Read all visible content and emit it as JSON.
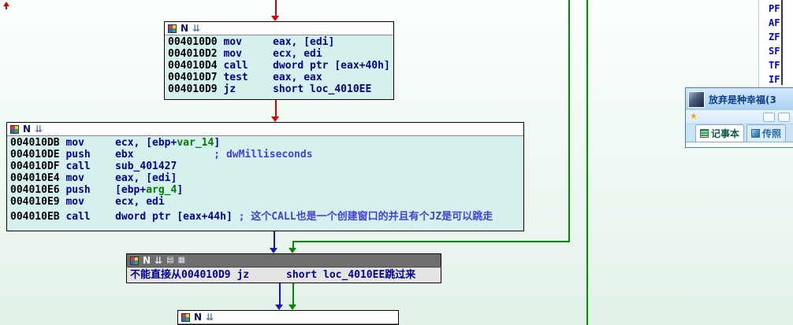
{
  "colors": {
    "addr": "#000000",
    "code": "#000096",
    "var": "#007d00",
    "comment": "#4242da",
    "edge-red": "#d90000",
    "edge-blue": "#1414cc",
    "edge-green": "#008a00",
    "node-body": "#d5f1ee",
    "selected-header": "#6e6e6e",
    "selected-body": "#e4e4e4",
    "flag-text": "#0000dd"
  },
  "icons": {
    "n": "N",
    "collapse": "⇊",
    "extra1": "▤",
    "extra2": "▦",
    "star": "★"
  },
  "blocks": [
    {
      "id": "b1",
      "lines": [
        [
          [
            "004010D0 ",
            "addr"
          ],
          [
            "mov     eax, [edi]",
            "code"
          ]
        ],
        [
          [
            "004010D2 ",
            "addr"
          ],
          [
            "mov     ecx, edi",
            "code"
          ]
        ],
        [
          [
            "004010D4 ",
            "addr"
          ],
          [
            "call    dword ptr [eax+40h]",
            "code"
          ]
        ],
        [
          [
            "004010D7 ",
            "addr"
          ],
          [
            "test    eax, eax",
            "code"
          ]
        ],
        [
          [
            "004010D9 ",
            "addr"
          ],
          [
            "jz      short loc_4010EE",
            "code"
          ]
        ]
      ]
    },
    {
      "id": "b2",
      "lines": [
        [
          [
            "004010DB ",
            "addr"
          ],
          [
            "mov     ecx, [ebp+",
            "code"
          ],
          [
            "var_14",
            "var"
          ],
          [
            "]",
            "code"
          ]
        ],
        [
          [
            "004010DE ",
            "addr"
          ],
          [
            "push    ebx             ",
            "code"
          ],
          [
            "; dwMilliseconds",
            "comment"
          ]
        ],
        [
          [
            "004010DF ",
            "addr"
          ],
          [
            "call    sub_401427",
            "code"
          ]
        ],
        [
          [
            "004010E4 ",
            "addr"
          ],
          [
            "mov     eax, [edi]",
            "code"
          ]
        ],
        [
          [
            "004010E6 ",
            "addr"
          ],
          [
            "push    [ebp+",
            "code"
          ],
          [
            "arg_4",
            "var"
          ],
          [
            "]",
            "code"
          ]
        ],
        [
          [
            "004010E9 ",
            "addr"
          ],
          [
            "mov     ecx, edi",
            "code"
          ]
        ],
        [
          [
            "004010EB ",
            "addr"
          ],
          [
            "call    dword ptr [eax+44h] ",
            "code"
          ],
          [
            "; 这个CALL也是一个创建窗口的并且有个JZ是可以跳走",
            "comment"
          ]
        ]
      ]
    },
    {
      "id": "b3",
      "lines": [
        [
          [
            "不能直接从004010D9 jz      short loc_4010EE跳过来",
            "code"
          ]
        ]
      ]
    },
    {
      "id": "b4",
      "lines": []
    }
  ],
  "registers": {
    "flags": [
      "PF",
      "AF",
      "ZF",
      "SF",
      "TF",
      "IF"
    ]
  },
  "qq": {
    "title": "放弃是种幸福(3",
    "tabs": [
      {
        "label": "记事本"
      },
      {
        "label": "传照"
      }
    ]
  }
}
